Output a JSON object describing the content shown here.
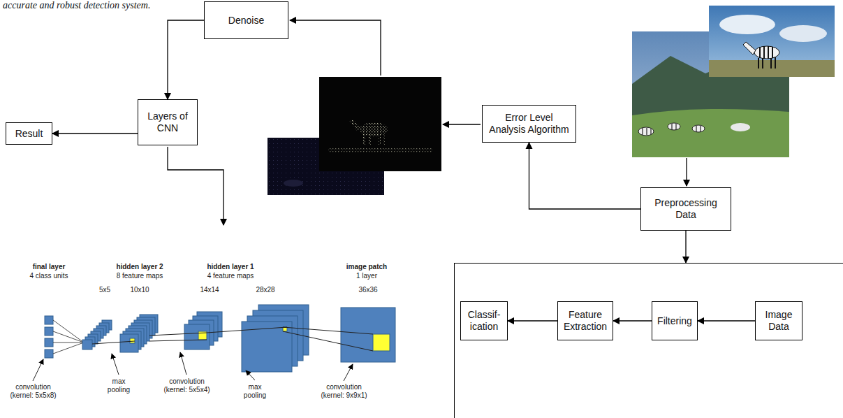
{
  "diagram": {
    "nodes": [
      {
        "text": [
          "Denoise"
        ]
      },
      {
        "text": [
          "Layers of CNN"
        ]
      },
      {
        "text": [
          "Result"
        ]
      },
      {
        "text": [
          "Error Level Analysis Algorithm"
        ]
      },
      {
        "text": [
          "Preprocessing Data"
        ]
      },
      {
        "text": []
      },
      {
        "text": [
          "Image Data"
        ],
        "in": 5
      },
      {
        "text": [
          "Filtering"
        ],
        "in": 5
      },
      {
        "text": [
          "Feature Extraction"
        ],
        "in": 5
      },
      {
        "text": [
          "Classif- ication"
        ],
        "in": 5
      }
    ],
    "edges": [
      {
        "from": 0,
        "to": 1,
        "arrow": "to"
      },
      {
        "from": 1,
        "to": 2,
        "arrow": "to"
      },
      {
        "from": 4,
        "to": 3,
        "arrow": "to"
      },
      {
        "from": 4,
        "to": 5,
        "arrow": "to"
      },
      {
        "from": 6,
        "to": 7,
        "arrow": "to"
      },
      {
        "from": 7,
        "to": 8,
        "arrow": "to"
      },
      {
        "from": 8,
        "to": 9,
        "arrow": "to"
      }
    ],
    "labels": [
      "accurate and robust detection system.",
      "final layer",
      "4 class units",
      "hidden layer 2",
      "8 feature maps",
      "hidden layer 1",
      "4 feature maps",
      "image patch",
      "1 layer",
      "5x5",
      "10x10",
      "14x14",
      "28x28",
      "36x36",
      "convolution (kernel: 5x5x8)",
      "max pooling",
      "convolution (kernel: 5x5x4)",
      "max pooling",
      "convolution (kernel: 9x9x1)"
    ]
  }
}
